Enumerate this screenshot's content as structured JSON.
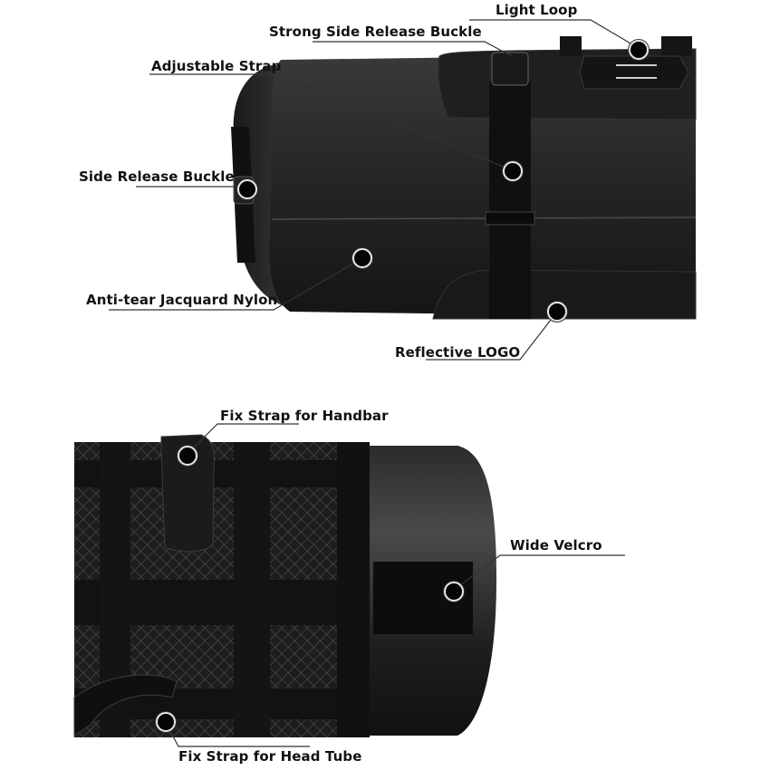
{
  "image": {
    "description": "Bicycle handlebar bag product feature callout diagram",
    "panels": [
      {
        "name": "top-panel",
        "view": "side view of roll-top handlebar bag",
        "callouts": [
          {
            "id": "light-loop",
            "label": "Light Loop"
          },
          {
            "id": "strong-side-release-buckle",
            "label": "Strong Side Release Buckle"
          },
          {
            "id": "adjustable-strap",
            "label": "Adjustable Strap"
          },
          {
            "id": "side-release-buckle",
            "label": "Side Release Buckle"
          },
          {
            "id": "anti-tear-jacquard-nylon",
            "label": "Anti-tear Jacquard Nylon"
          },
          {
            "id": "reflective-logo",
            "label": "Reflective LOGO"
          }
        ]
      },
      {
        "name": "bottom-panel",
        "view": "back/mounting side of handlebar bag",
        "callouts": [
          {
            "id": "fix-strap-handbar",
            "label": "Fix Strap for Handbar"
          },
          {
            "id": "wide-velcro",
            "label": "Wide Velcro"
          },
          {
            "id": "fix-strap-head-tube",
            "label": "Fix Strap for Head Tube"
          }
        ]
      }
    ]
  },
  "colors": {
    "background": "#ffffff",
    "bag_dark": "#1c1c1c",
    "bag_mid": "#2e2e2e",
    "callout_line": "#333333",
    "text": "#111111"
  }
}
